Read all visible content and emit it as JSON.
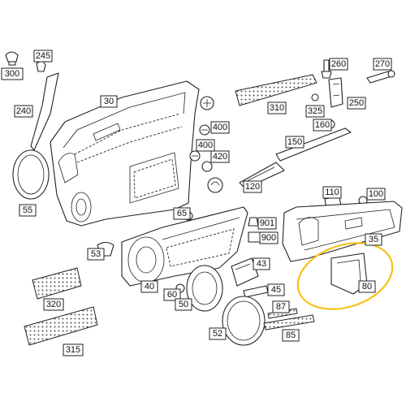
{
  "highlight_color": "#f5c116",
  "labels": {
    "p300": "300",
    "p245": "245",
    "p240": "240",
    "p30": "30",
    "p55": "55",
    "p400a": "400",
    "p400b": "400",
    "p420": "420",
    "p310": "310",
    "p325": "325",
    "p260": "260",
    "p270": "270",
    "p250": "250",
    "p160": "160",
    "p150": "150",
    "p120": "120",
    "p110": "110",
    "p100": "100",
    "p65": "65",
    "p901": "901",
    "p900": "900",
    "p35": "35",
    "p53": "53",
    "p40": "40",
    "p43": "43",
    "p60": "60",
    "p50": "50",
    "p45": "45",
    "p320": "320",
    "p80": "80",
    "p87": "87",
    "p85": "85",
    "p52": "52",
    "p315": "315"
  }
}
